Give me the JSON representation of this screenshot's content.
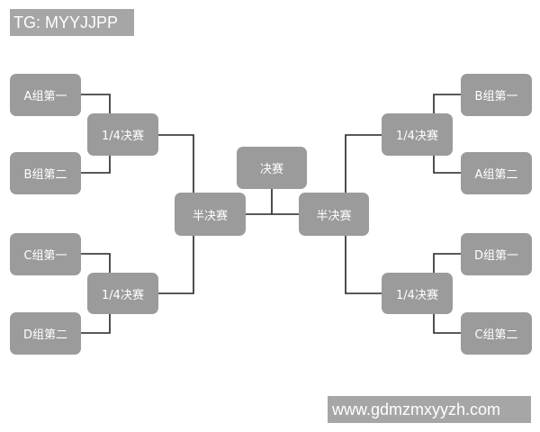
{
  "watermark_top": "TG: MYYJJPP",
  "watermark_bottom": "www.gdmzmxyyzh.com",
  "colors": {
    "box": "#9b9b9b",
    "line": "#222222",
    "text": "#ffffff",
    "tag": "#a6a6a6"
  },
  "bracket": {
    "left": {
      "groups": [
        "A组第一",
        "B组第二",
        "C组第一",
        "D组第二"
      ],
      "quarterfinals": [
        "1/4决赛",
        "1/4决赛"
      ],
      "semifinal": "半决赛"
    },
    "right": {
      "groups": [
        "B组第一",
        "A组第二",
        "D组第一",
        "C组第二"
      ],
      "quarterfinals": [
        "1/4决赛",
        "1/4决赛"
      ],
      "semifinal": "半决赛"
    },
    "final": "决赛"
  }
}
